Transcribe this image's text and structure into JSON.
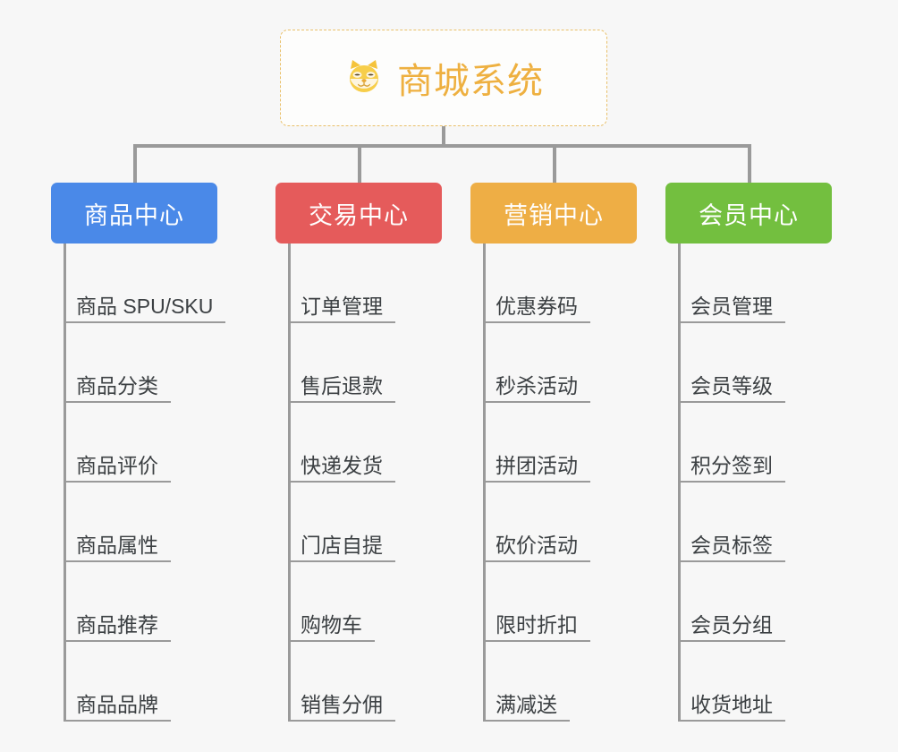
{
  "diagram": {
    "type": "org-chart",
    "background_color": "#f7f7f7",
    "root": {
      "title": "商城系统",
      "icon": "shiba-dog-face-icon",
      "text_color": "#eeb040",
      "border_color": "#e9c06a",
      "background_color": "#fdfdfc"
    },
    "connector_color": "#9a9a9a",
    "branches": [
      {
        "label": "商品中心",
        "color": "#4a89e8",
        "items": [
          "商品 SPU/SKU",
          "商品分类",
          "商品评价",
          "商品属性",
          "商品推荐",
          "商品品牌"
        ]
      },
      {
        "label": "交易中心",
        "color": "#e55b5b",
        "items": [
          "订单管理",
          "售后退款",
          "快递发货",
          "门店自提",
          "购物车",
          "销售分佣"
        ]
      },
      {
        "label": "营销中心",
        "color": "#eeae45",
        "items": [
          "优惠券码",
          "秒杀活动",
          "拼团活动",
          "砍价活动",
          "限时折扣",
          "满减送"
        ]
      },
      {
        "label": "会员中心",
        "color": "#73bf3f",
        "items": [
          "会员管理",
          "会员等级",
          "积分签到",
          "会员标签",
          "会员分组",
          "收货地址"
        ]
      }
    ]
  }
}
